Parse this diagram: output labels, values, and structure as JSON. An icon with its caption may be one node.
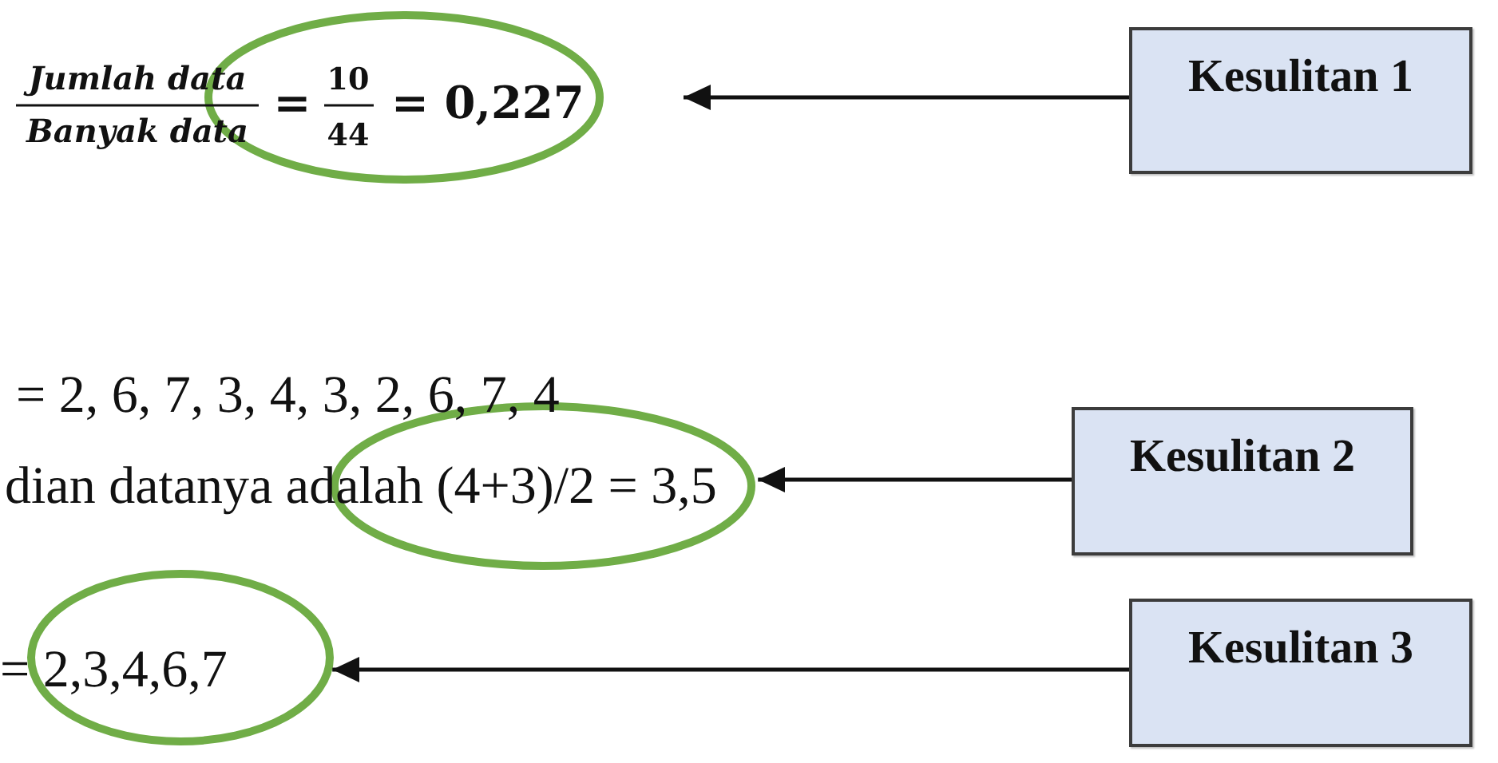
{
  "diagram": {
    "nodes": [
      {
        "text": [],
        "shape": "ellipse"
      },
      {
        "text": [
          "Kesulitan 1"
        ]
      },
      {
        "text": [],
        "shape": "ellipse"
      },
      {
        "text": [
          "Kesulitan 2"
        ]
      },
      {
        "text": [],
        "shape": "ellipse"
      },
      {
        "text": [
          "Kesulitan 3"
        ]
      }
    ],
    "edges": [
      {
        "from": 1,
        "to": 0,
        "arrow": "to"
      },
      {
        "from": 3,
        "to": 2,
        "arrow": "to"
      },
      {
        "from": 5,
        "to": 4,
        "arrow": "to"
      }
    ],
    "labels": [
      "Jumlah data",
      "Banyak data",
      "=",
      "10",
      "44",
      "= 0,227",
      "= 2, 6, 7, 3, 4, 3, 2, 6, 7, 4",
      "dian datanya adalah (4+3)/2 = 3,5",
      "= 2,3,4,6,7"
    ]
  }
}
